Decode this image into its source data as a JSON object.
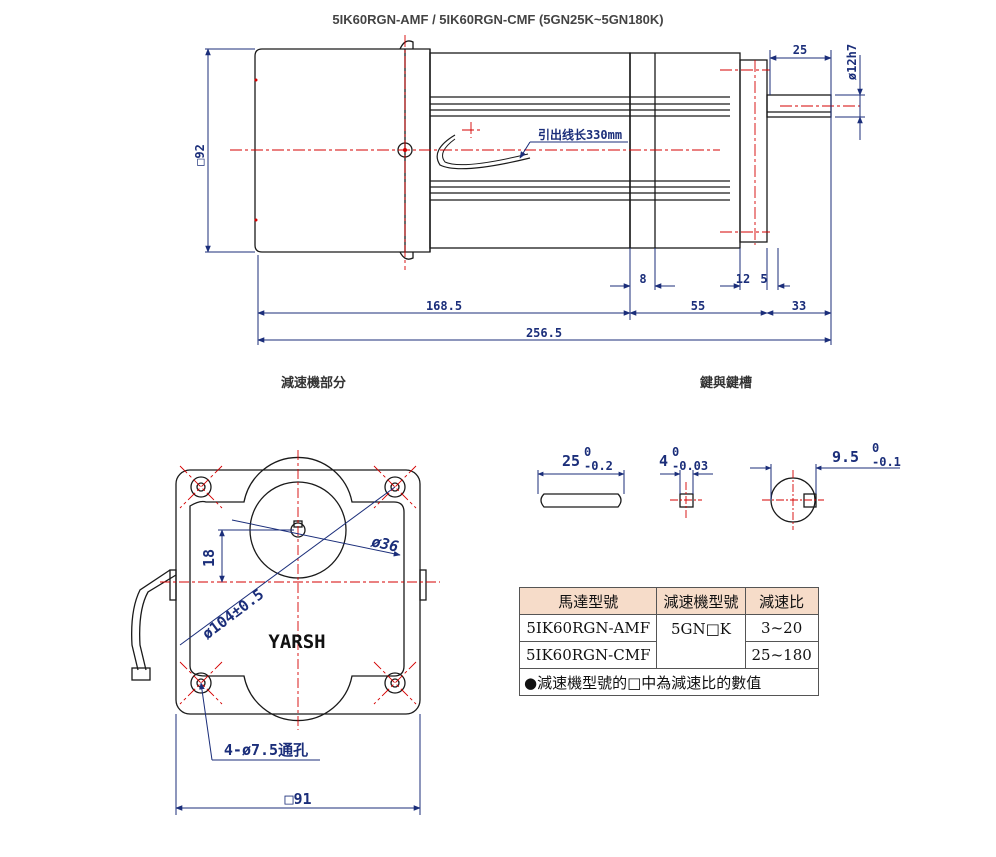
{
  "header": {
    "title": "5IK60RGN-AMF   /   5IK60RGN-CMF   (5GN25K~5GN180K)"
  },
  "side_view": {
    "lead_label": "引出线长330mm",
    "dim_92": "□92",
    "dim_25": "25",
    "dim_shaft": "ø12h7",
    "dim_8": "8",
    "dim_12": "12",
    "dim_5": "5",
    "dim_168": "168.5",
    "dim_55": "55",
    "dim_33": "33",
    "dim_total": "256.5"
  },
  "sections": {
    "gearbox": "減速機部分",
    "key": "鍵與鍵槽"
  },
  "front_view": {
    "brand": "YARSH",
    "dim_18": "18",
    "dim_36": "ø36",
    "dim_pcd": "ø104±0.5",
    "holes": "4-ø7.5通孔",
    "dim_91": "□91"
  },
  "key_view": {
    "length": "25",
    "length_tol_upper": "0",
    "length_tol_lower": "-0.2",
    "width": "4",
    "width_tol_upper": "0",
    "width_tol_lower": "-0.03",
    "depth": "9.5",
    "depth_tol_upper": "0",
    "depth_tol_lower": "-0.1"
  },
  "spec_table": {
    "headers": [
      "馬達型號",
      "減速機型號",
      "減速比"
    ],
    "rows": [
      [
        "5IK60RGN-AMF",
        "5GN□K",
        "3~20"
      ],
      [
        "5IK60RGN-CMF",
        "",
        "25~180"
      ]
    ],
    "note": "●減速機型號的□中為減速比的數值"
  },
  "colors": {
    "outline": "#1a1a1a",
    "dimension": "#1b2e7a",
    "centerline": "#d40000",
    "table_header": "#f6dcc9"
  }
}
